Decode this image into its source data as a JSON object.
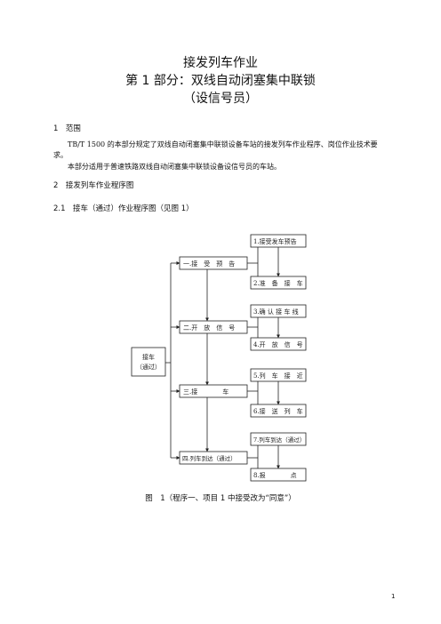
{
  "title": {
    "line1": "接发列车作业",
    "line2": "第 1 部分：双线自动闭塞集中联锁",
    "line3": "（设信号员）"
  },
  "section1": {
    "heading": "1　范围",
    "para1_line1": "TB/T 1500 的本部分规定了双线自动闭塞集中联锁设备车站的接发列车作业程序、岗位作业技术要",
    "para1_line2": "求。",
    "para2": "本部分适用于普速铁路双线自动闭塞集中联锁设备设信号员的车站。"
  },
  "section2": {
    "heading": "2　接发列车作业程序图",
    "sub_heading": "2.1　接车（通过）作业程序图（见图 1）"
  },
  "diagram": {
    "root_line1": "接车",
    "root_line2": "（通过）",
    "stages": [
      "一.接　受　预　告",
      "二.开　放　信　号",
      "三.接　　　　车",
      "四.列车到达（通过）"
    ],
    "steps": [
      "1.接受发车预告",
      "2.准　备　接　车",
      "3.确 认 接 车 线",
      "4.开　放　信　号",
      "5.列　车　接　近",
      "6.接　送　列　车",
      "7.列车到达（通过）",
      "8.报　　　　点"
    ]
  },
  "figure_caption": "图　1（程序一、项目 1 中接受改为“同意”）",
  "page_number": "1"
}
